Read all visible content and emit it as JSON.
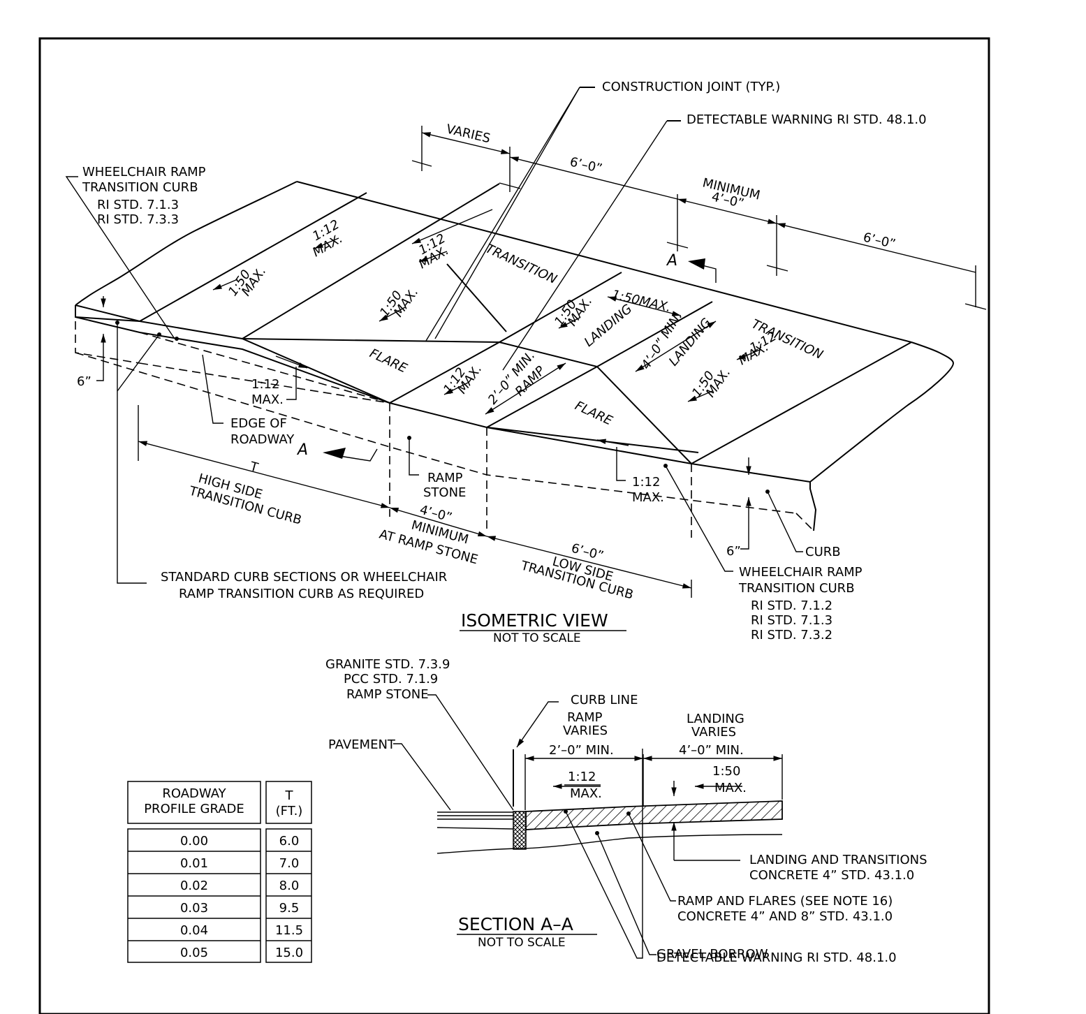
{
  "labels": {
    "construction_joint": "CONSTRUCTION JOINT (TYP.)",
    "detectable_warning_top": "DETECTABLE WARNING  RI STD. 48.1.0",
    "varies": "VARIES",
    "six_ft_top": "6’–0”",
    "minimum": "MINIMUM",
    "four_ft": "4’–0”",
    "six_ft_right": "6’–0”",
    "wc_ramp_left_1": "WHEELCHAIR RAMP",
    "wc_ramp_left_2": "TRANSITION CURB",
    "wc_ramp_left_3": "RI STD. 7.1.3",
    "wc_ramp_left_4": "RI STD. 7.3.3",
    "slope_112_a": "1:12",
    "max_a": "MAX.",
    "slope_112_b": "1:12",
    "max_b": "MAX.",
    "transition_top": "TRANSITION",
    "slope_150_a": "1:50",
    "max_c": "MAX.",
    "slope_150_b": "1:50",
    "max_d": "MAX.",
    "section_a_top": "A",
    "slope_150_max": "1:50MAX.",
    "slope_150_c": "1:50",
    "max_e": "MAX.",
    "landing_1": "LANDING",
    "four_min": "4’–0” MIN.",
    "landing_2": "LANDING",
    "transition_right": "TRANSITION",
    "slope_112_c": "1:12",
    "max_f": "MAX.",
    "slope_150_d": "1:50",
    "max_g": "MAX.",
    "flare_left": "FLARE",
    "slope_112_d": "1:12",
    "max_h": "MAX.",
    "two_min": "2’–0” MIN.",
    "ramp": "RAMP",
    "flare_right": "FLARE",
    "six_in_left": "6”",
    "slope_112_left": "1:12",
    "max_left": "MAX.",
    "edge_of": "EDGE OF",
    "roadway": "ROADWAY",
    "section_a_bottom": "A",
    "t_label": "T",
    "high_side": "HIGH SIDE",
    "transition_curb_left": "TRANSITION CURB",
    "ramp_stone_1": "RAMP",
    "ramp_stone_2": "STONE",
    "four_ft_bottom": "4’–0”",
    "minimum_bottom": "MINIMUM",
    "at_ramp_stone": "AT RAMP STONE",
    "slope_112_right": "1:12",
    "max_right": "MAX.",
    "six_ft_bottom": "6’–0”",
    "low_side": "LOW SIDE",
    "transition_curb_right": "TRANSITION CURB",
    "six_in_right": "6”",
    "curb": "CURB",
    "std_curb_1": "STANDARD CURB SECTIONS OR WHEELCHAIR",
    "std_curb_2": "RAMP TRANSITION CURB AS REQUIRED",
    "wc_ramp_right_1": "WHEELCHAIR RAMP",
    "wc_ramp_right_2": "TRANSITION CURB",
    "wc_ramp_right_3": "RI STD. 7.1.2",
    "wc_ramp_right_4": "RI STD. 7.1.3",
    "wc_ramp_right_5": "RI STD. 7.3.2",
    "iso_title": "ISOMETRIC VIEW",
    "iso_sub": "NOT TO SCALE",
    "granite": "GRANITE STD. 7.3.9",
    "pcc": "PCC  STD. 7.1.9",
    "ramp_stone_sec": "RAMP STONE",
    "curb_line": "CURB LINE",
    "pavement": "PAVEMENT",
    "ramp_varies_1": "RAMP",
    "ramp_varies_2": "VARIES",
    "landing_varies_1": "LANDING",
    "landing_varies_2": "VARIES",
    "two_min_sec": "2’–0” MIN.",
    "four_min_sec": "4’–0” MIN.",
    "sec_112": "1:12",
    "sec_max_1": "MAX.",
    "sec_150": "1:50",
    "sec_max_2": "MAX.",
    "landing_trans_1": "LANDING AND TRANSITIONS",
    "landing_trans_2": "CONCRETE 4” STD. 43.1.0",
    "ramp_flares_1": "RAMP AND FLARES (SEE NOTE 16)",
    "ramp_flares_2": "CONCRETE 4” AND 8” STD. 43.1.0",
    "gravel": "GRAVEL BORROW",
    "det_warn_bottom": "DETECTABLE WARNING  RI STD. 48.1.0",
    "sec_title": "SECTION A–A",
    "sec_sub": "NOT TO SCALE"
  },
  "table": {
    "header_grade_1": "ROADWAY",
    "header_grade_2": "PROFILE GRADE",
    "header_t_1": "T",
    "header_t_2": "(FT.)",
    "rows": [
      {
        "grade": "0.00",
        "t": "6.0"
      },
      {
        "grade": "0.01",
        "t": "7.0"
      },
      {
        "grade": "0.02",
        "t": "8.0"
      },
      {
        "grade": "0.03",
        "t": "9.5"
      },
      {
        "grade": "0.04",
        "t": "11.5"
      },
      {
        "grade": "0.05",
        "t": "15.0"
      }
    ]
  }
}
